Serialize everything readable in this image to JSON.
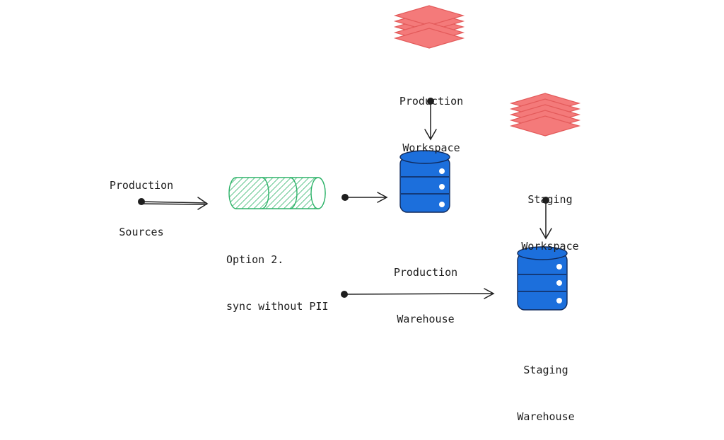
{
  "nodes": {
    "production_sources": {
      "line1": "Production",
      "line2": "Sources"
    },
    "option_sync": {
      "line1": "Option 2.",
      "line2": "sync without PII"
    },
    "production_workspace": {
      "line1": "Production",
      "line2": "Workspace"
    },
    "production_warehouse": {
      "line1": "Production",
      "line2": "Warehouse"
    },
    "staging_workspace": {
      "line1": "Staging",
      "line2": "Workspace"
    },
    "staging_warehouse": {
      "line1": "Staging",
      "line2": "Warehouse"
    }
  },
  "colors": {
    "workspace_layers": "#f47a7a",
    "warehouse": "#1c6fdc",
    "pipe": "#2fb36a",
    "arrow": "#1e1e1e"
  },
  "icons": {
    "workspace": "stacked-layers-icon",
    "warehouse": "database-icon",
    "pipe": "pipe-cylinder-icon"
  }
}
